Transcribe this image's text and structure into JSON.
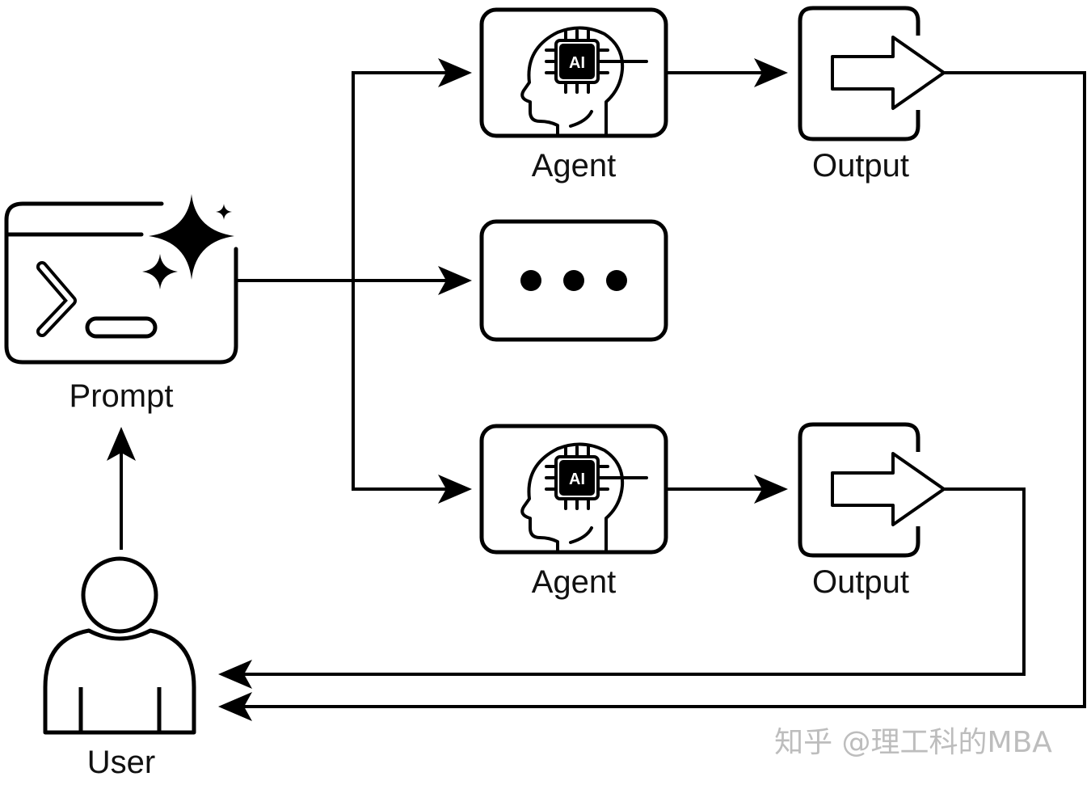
{
  "diagram": {
    "type": "multi-agent workflow",
    "nodes": {
      "prompt": {
        "label": "Prompt",
        "icon": "terminal-sparkle-icon"
      },
      "agent_top": {
        "label": "Agent",
        "icon": "ai-head-icon",
        "chip_text": "AI"
      },
      "agent_middle": {
        "label": "",
        "icon": "ellipsis-icon"
      },
      "agent_bottom": {
        "label": "Agent",
        "icon": "ai-head-icon",
        "chip_text": "AI"
      },
      "output_top": {
        "label": "Output",
        "icon": "output-arrow-icon"
      },
      "output_bottom": {
        "label": "Output",
        "icon": "output-arrow-icon"
      },
      "user": {
        "label": "User",
        "icon": "user-icon"
      }
    },
    "edges": [
      {
        "from": "user",
        "to": "prompt"
      },
      {
        "from": "prompt",
        "to": "agent_top"
      },
      {
        "from": "prompt",
        "to": "agent_middle"
      },
      {
        "from": "prompt",
        "to": "agent_bottom"
      },
      {
        "from": "agent_top",
        "to": "output_top"
      },
      {
        "from": "agent_bottom",
        "to": "output_bottom"
      },
      {
        "from": "output_bottom",
        "to": "user"
      },
      {
        "from": "output_top",
        "to": "user"
      }
    ],
    "colors": {
      "stroke": "#000000",
      "background": "#ffffff",
      "watermark": "#bdbdbd"
    }
  },
  "watermark": {
    "text": "知乎 @理工科的MBA"
  }
}
